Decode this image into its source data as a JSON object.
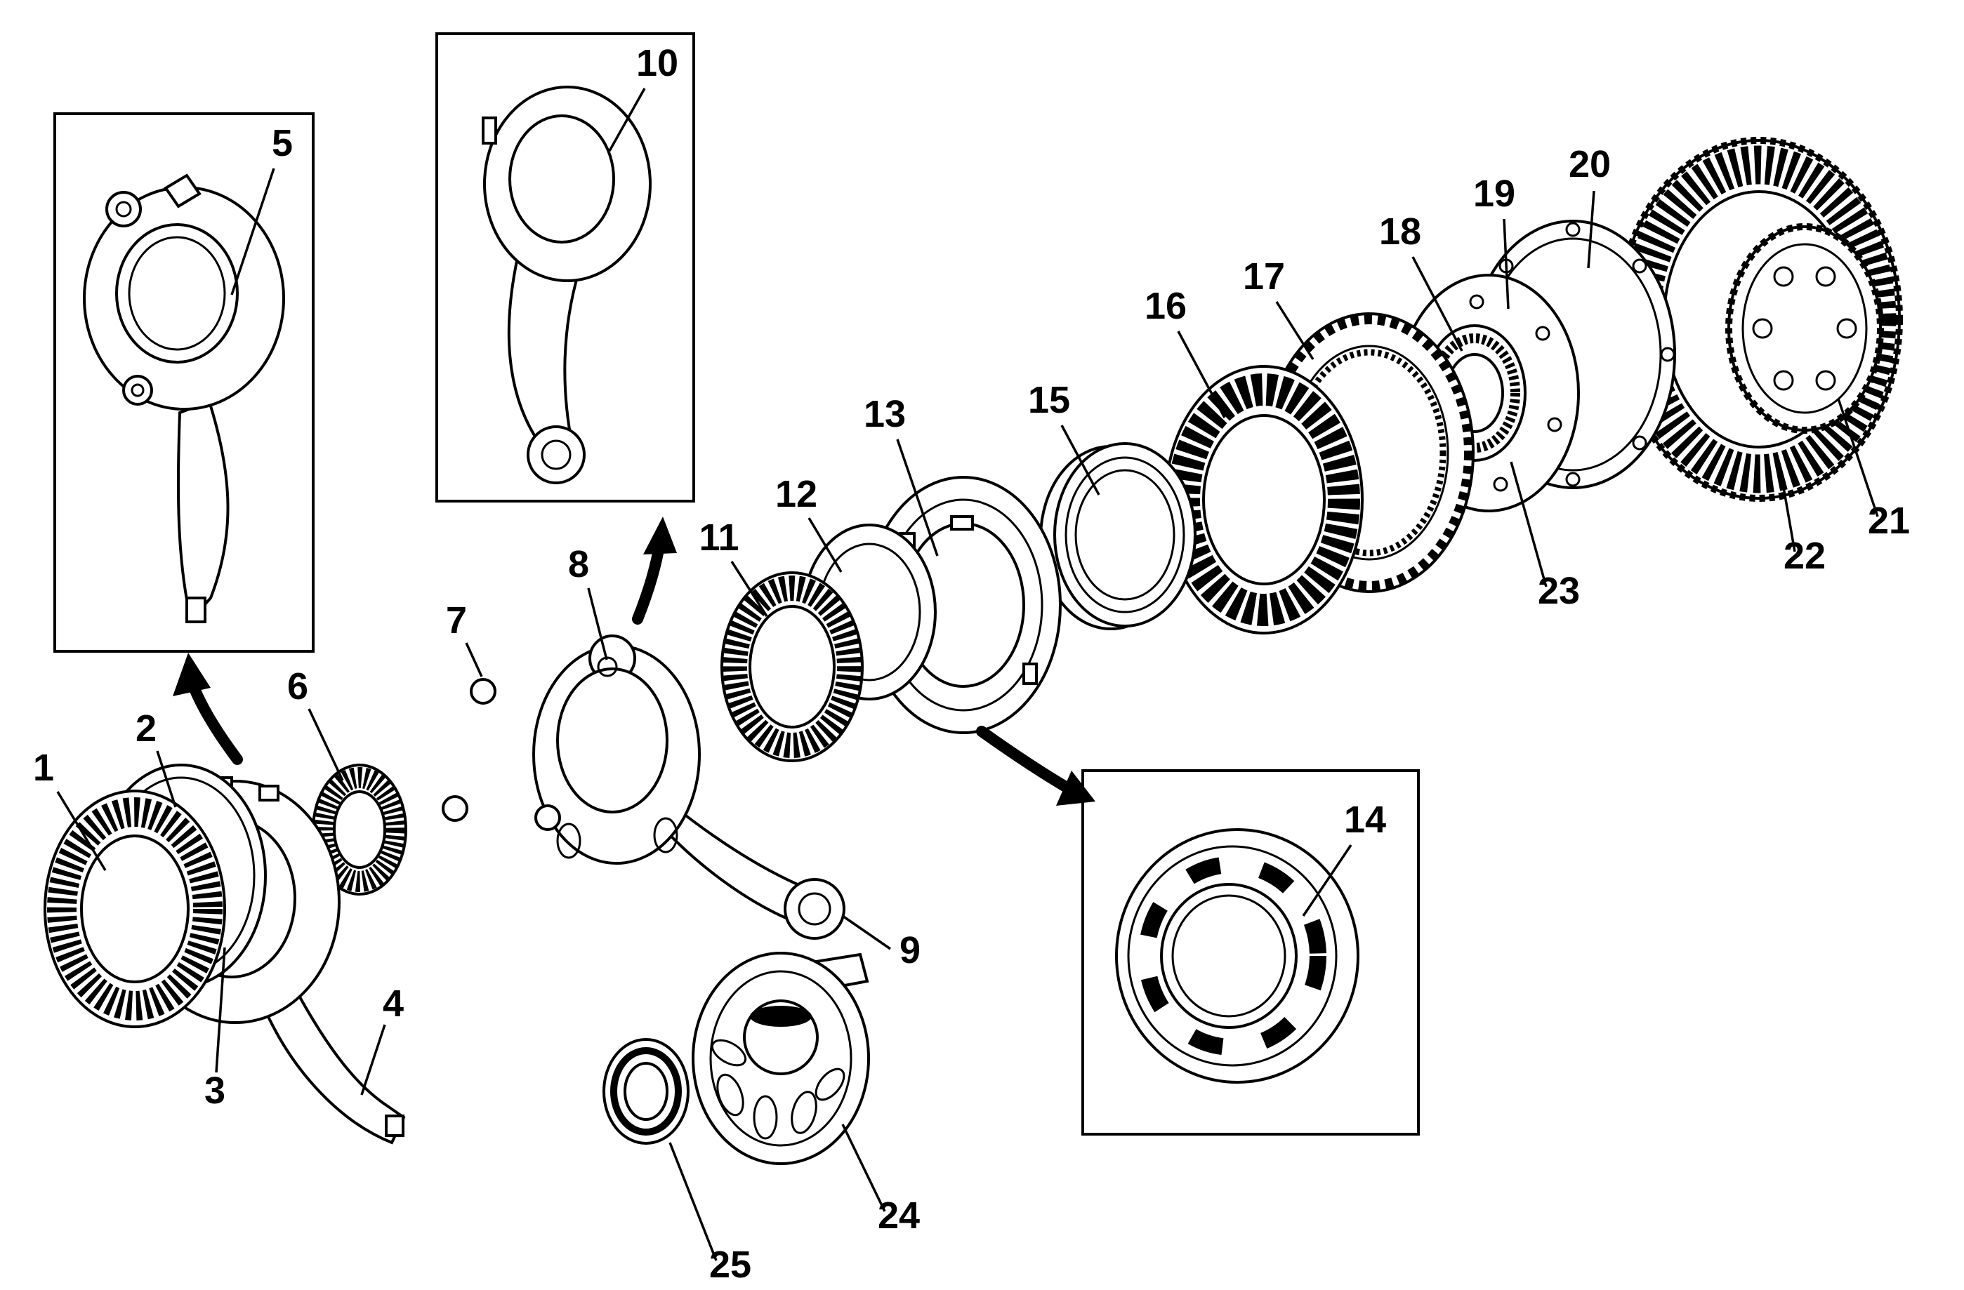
{
  "figure": {
    "background_color": "#ffffff",
    "line_color": "#000000"
  },
  "callouts": [
    {
      "label": "1"
    },
    {
      "label": "2"
    },
    {
      "label": "3"
    },
    {
      "label": "4"
    },
    {
      "label": "5"
    },
    {
      "label": "6"
    },
    {
      "label": "7"
    },
    {
      "label": "8"
    },
    {
      "label": "9"
    },
    {
      "label": "10"
    },
    {
      "label": "11"
    },
    {
      "label": "12"
    },
    {
      "label": "13"
    },
    {
      "label": "14"
    },
    {
      "label": "15"
    },
    {
      "label": "16"
    },
    {
      "label": "17"
    },
    {
      "label": "18"
    },
    {
      "label": "19"
    },
    {
      "label": "20"
    },
    {
      "label": "21"
    },
    {
      "label": "22"
    },
    {
      "label": "23"
    },
    {
      "label": "24"
    },
    {
      "label": "25"
    }
  ]
}
